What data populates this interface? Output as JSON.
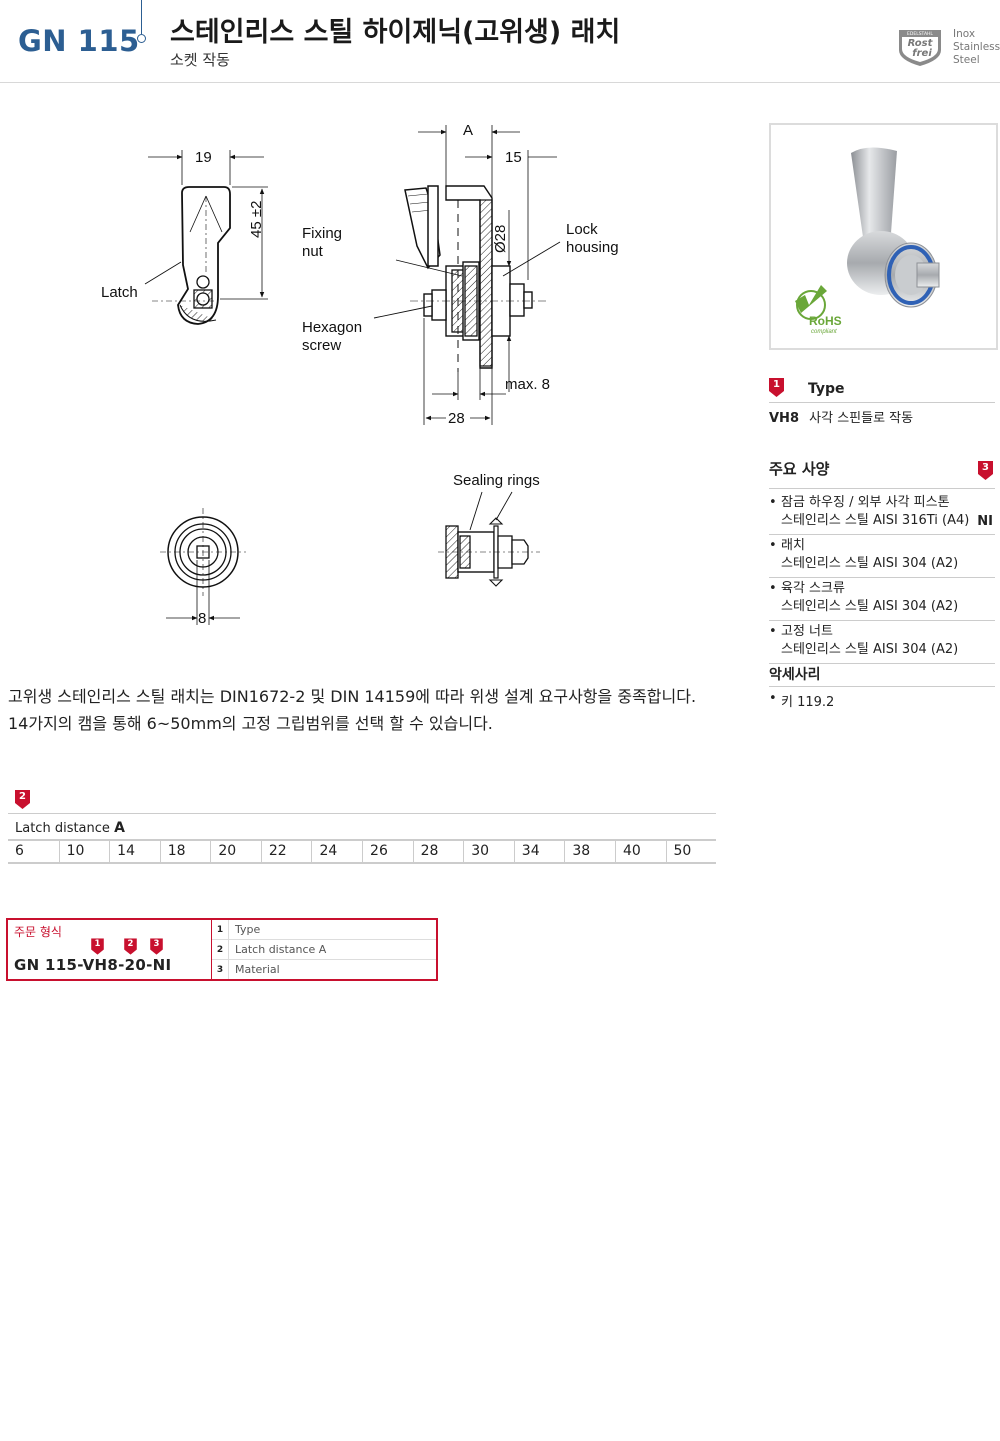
{
  "header": {
    "code": "GN 115",
    "title": "스테인리스 스틸 하이제닉(고위생) 래치",
    "subtitle": "소켓 작동",
    "badge_top": "EDELSTAHL",
    "badge_l1": "Rost",
    "badge_l2": "frei",
    "material_labels": [
      "Inox",
      "Stainless",
      "Steel"
    ]
  },
  "drawing": {
    "dim_19": "19",
    "dim_45": "45 ±2",
    "dim_A": "A",
    "dim_15": "15",
    "dim_28_dia": "Ø28",
    "dim_max8": "max. 8",
    "dim_28": "28",
    "dim_8": "8",
    "latch": "Latch",
    "fixing_nut_1": "Fixing",
    "fixing_nut_2": "nut",
    "hexagon_1": "Hexagon",
    "hexagon_2": "screw",
    "lock_1": "Lock",
    "lock_2": "housing",
    "sealing": "Sealing rings"
  },
  "photo": {
    "rohs": "RoHS",
    "rohs_sub": "compliant"
  },
  "type_section": {
    "marker": "1",
    "heading": "Type",
    "code": "VH8",
    "text": "사각 스핀들로 작동"
  },
  "specs": {
    "heading": "주요 사양",
    "marker": "3",
    "items": [
      {
        "l1": "잠금 하우징 / 외부 사각 피스톤",
        "l2": "스테인리스 스틸 AISI 316Ti (A4)",
        "code": "NI"
      },
      {
        "l1": "래치",
        "l2": "스테인리스 스틸 AISI 304 (A2)"
      },
      {
        "l1": "육각 스크류",
        "l2": "스테인리스 스틸 AISI 304 (A2)"
      },
      {
        "l1": "고정 너트",
        "l2": "스테인리스 스틸 AISI 304 (A2)"
      }
    ]
  },
  "accessories": {
    "heading": "악세사리",
    "item": "키 119.2"
  },
  "description": {
    "line1": "고위생 스테인리스 스틸 래치는 DIN1672-2 및 DIN 14159에 따라 위생 설계 요구사항을 중족합니다.",
    "line2": "14가지의 캠을 통해 6~50mm의 고정 그립범위를 선택 할 수 있습니다."
  },
  "latch_table": {
    "marker": "2",
    "label": "Latch distance",
    "label_bold": "A",
    "values": [
      "6",
      "10",
      "14",
      "18",
      "20",
      "22",
      "24",
      "26",
      "28",
      "30",
      "34",
      "38",
      "40",
      "50"
    ]
  },
  "ordering": {
    "heading": "주문 형식",
    "code": "GN 115-VH8-20-NI",
    "markers": [
      "1",
      "2",
      "3"
    ],
    "rows": [
      {
        "num": "1",
        "label": "Type"
      },
      {
        "num": "2",
        "label": "Latch distance A"
      },
      {
        "num": "3",
        "label": "Material"
      }
    ]
  },
  "colors": {
    "brand_blue": "#2c5e92",
    "marker_red": "#c8102e"
  }
}
